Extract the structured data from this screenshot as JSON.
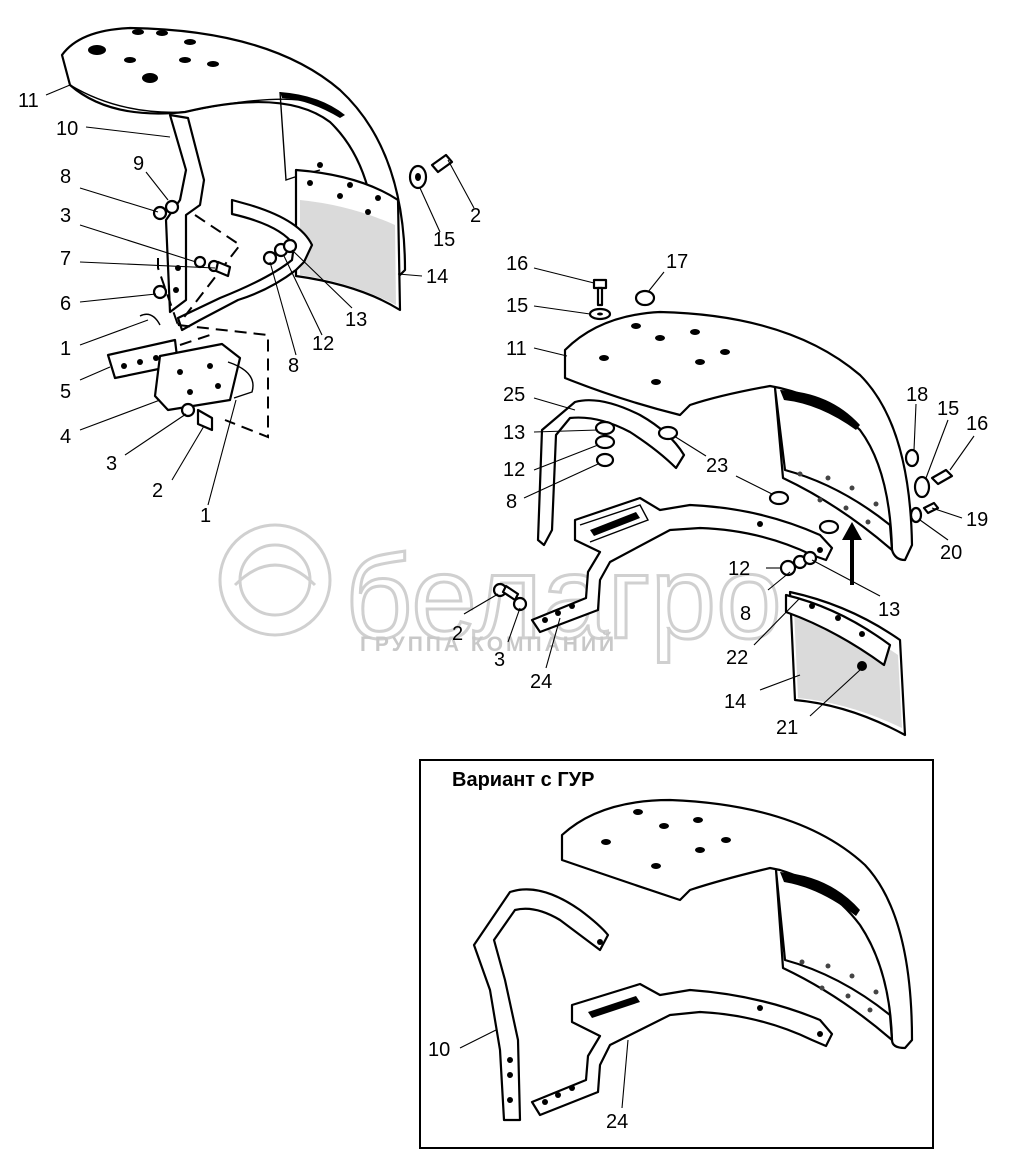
{
  "watermark": {
    "brand": "белагро",
    "subtitle": "ГРУППА КОМПАНИЙ"
  },
  "inset": {
    "title": "Вариант с ГУР"
  },
  "callouts": {
    "c11a": "11",
    "c10a": "10",
    "c9a": "9",
    "c8a": "8",
    "c3a": "3",
    "c7a": "7",
    "c6a": "6",
    "c1a": "1",
    "c5a": "5",
    "c4a": "4",
    "c3b": "3",
    "c2a": "2",
    "c1b": "1",
    "c8b": "8",
    "c12a": "12",
    "c13a": "13",
    "c14a": "14",
    "c15a": "15",
    "c2b": "2",
    "c16a": "16",
    "c17a": "17",
    "c15b": "15",
    "c11b": "11",
    "c25a": "25",
    "c13b": "13",
    "c12b": "12",
    "c8c": "8",
    "c23a": "23",
    "c18a": "18",
    "c15c": "15",
    "c16b": "16",
    "c19a": "19",
    "c20a": "20",
    "c12c": "12",
    "c8d": "8",
    "c13c": "13",
    "c2c": "2",
    "c3c": "3",
    "c24a": "24",
    "c22a": "22",
    "c14b": "14",
    "c21a": "21",
    "c10b": "10",
    "c24b": "24"
  }
}
